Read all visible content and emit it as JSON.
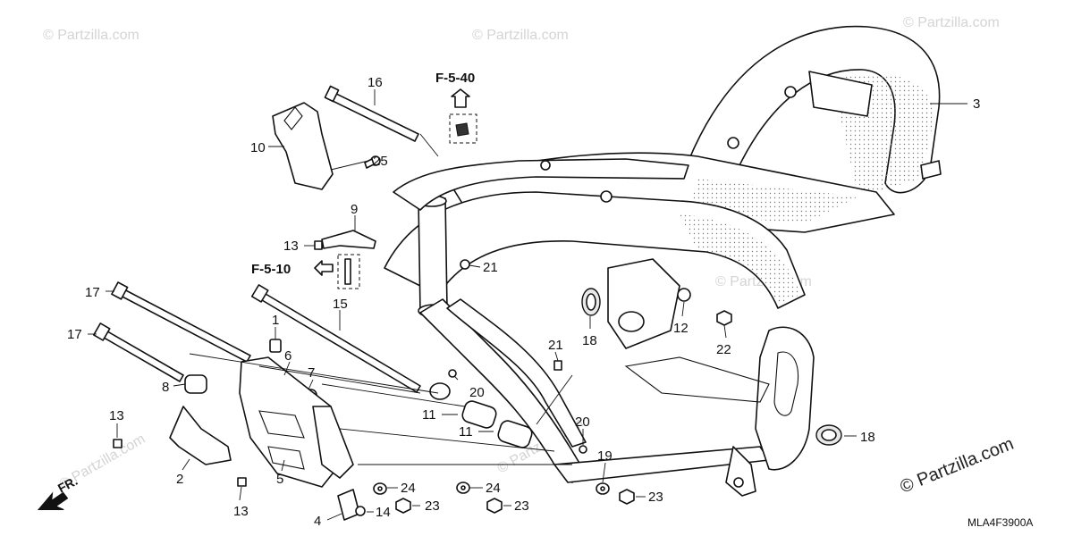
{
  "watermarks": [
    "© Partzilla.com",
    "© Partzilla.com",
    "© Partzilla.com",
    "© Partzilla.com",
    "© Partzilla.com",
    "© Partzilla.com"
  ],
  "brand": "© Partzilla.com",
  "diagram_code": "MLA4F3900A",
  "front_arrow": "FR.",
  "refs": {
    "f540": "F-5-40",
    "f510": "F-5-10"
  },
  "callouts": {
    "c1": "1",
    "c2": "2",
    "c3": "3",
    "c4": "4",
    "c5": "5",
    "c6": "6",
    "c7": "7",
    "c8": "8",
    "c9": "9",
    "c10": "10",
    "c11a": "11",
    "c11b": "11",
    "c12": "12",
    "c13a": "13",
    "c13b": "13",
    "c13c": "13",
    "c14": "14",
    "c15": "15",
    "c16": "16",
    "c17a": "17",
    "c17b": "17",
    "c18a": "18",
    "c18b": "18",
    "c19": "19",
    "c20a": "20",
    "c20b": "20",
    "c21a": "21",
    "c21b": "21",
    "c22": "22",
    "c23a": "23",
    "c23b": "23",
    "c23c": "23",
    "c24a": "24",
    "c24b": "24",
    "c25": "25"
  }
}
